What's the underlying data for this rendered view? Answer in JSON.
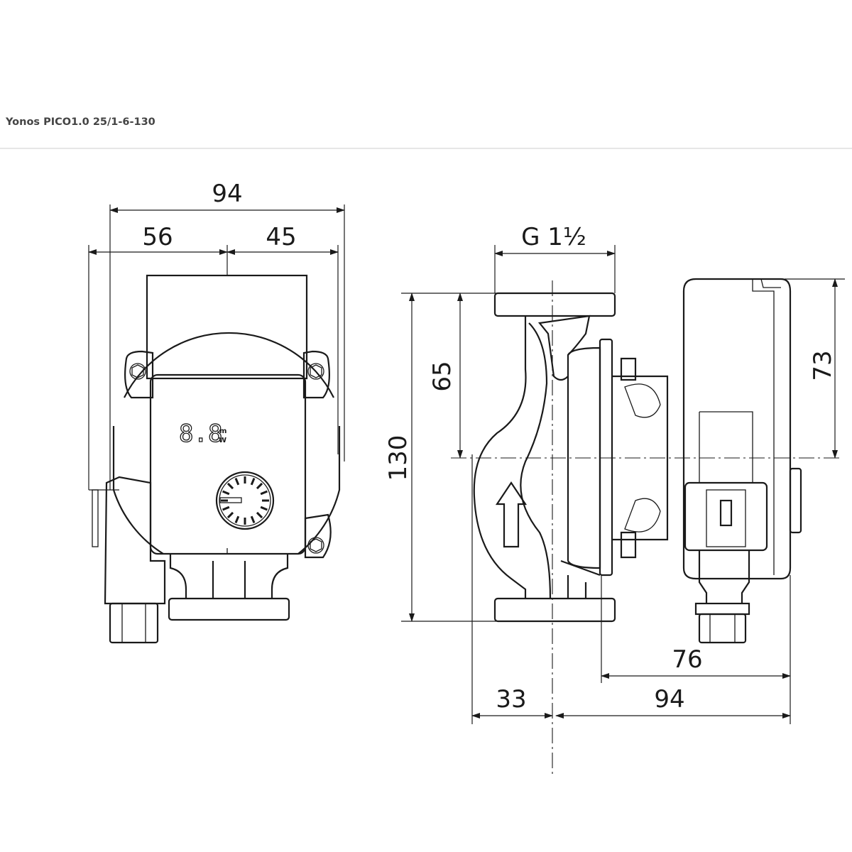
{
  "header": {
    "title": "Yonos PICO1.0 25/1-6-130"
  },
  "front_view": {
    "dimensions": {
      "overall_width": "94",
      "left_width": "56",
      "right_width": "45"
    },
    "display": {
      "digits": "8.8",
      "unit_top": "m",
      "unit_bottom": "W"
    }
  },
  "side_view": {
    "dimensions": {
      "thread": "G 1½",
      "height": "130",
      "half_height": "65",
      "head_height": "73",
      "depth_head": "76",
      "depth": "94",
      "offset": "33"
    }
  }
}
